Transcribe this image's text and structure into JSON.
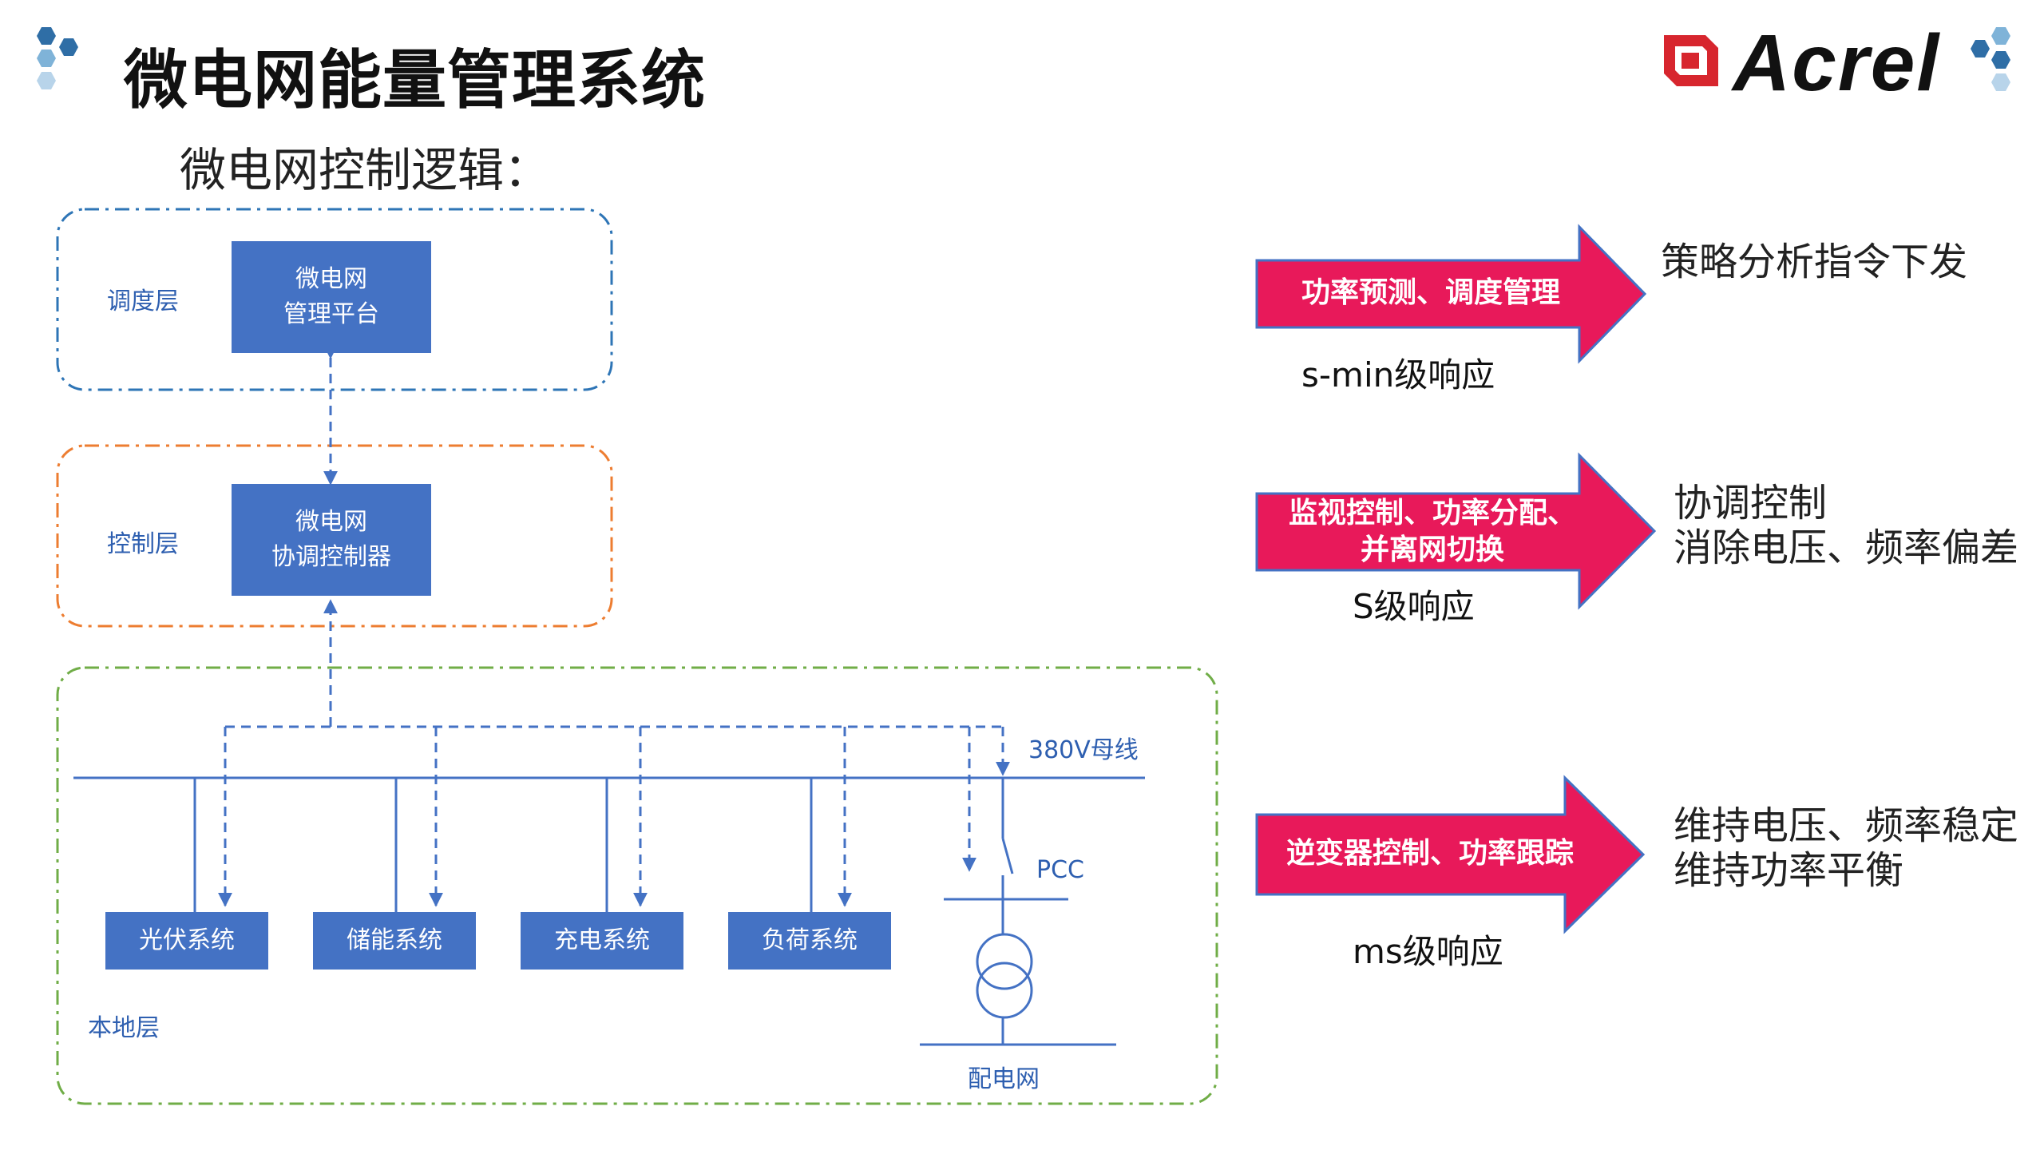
{
  "header": {
    "title": "微电网能量管理系统",
    "brand": "Acrel"
  },
  "subtitle": "微电网控制逻辑：",
  "layers": {
    "dispatch": {
      "label": "调度层",
      "node_lines": [
        "微电网",
        "管理平台"
      ]
    },
    "control": {
      "label": "控制层",
      "node_lines": [
        "微电网",
        "协调控制器"
      ]
    },
    "local": {
      "label": "本地层",
      "systems": [
        "光伏系统",
        "储能系统",
        "充电系统",
        "负荷系统"
      ],
      "bus_label": "380V母线",
      "pcc_label": "PCC",
      "grid_label": "配电网"
    }
  },
  "tiers": [
    {
      "arrow_lines": [
        "功率预测、调度管理"
      ],
      "response": "s-min级响应",
      "result_lines": [
        "策略分析指令下发"
      ]
    },
    {
      "arrow_lines": [
        "监视控制、功率分配、",
        "并离网切换"
      ],
      "response": "S级响应",
      "result_lines": [
        "协调控制",
        "消除电压、频率偏差"
      ]
    },
    {
      "arrow_lines": [
        "逆变器控制、功率跟踪"
      ],
      "response": "ms级响应",
      "result_lines": [
        "维持电压、频率稳定",
        "维持功率平衡"
      ]
    }
  ],
  "colors": {
    "node_blue": "#4472c4",
    "line_blue": "#4472c4",
    "dispatch_border": "#2e75b6",
    "control_border": "#ed7d31",
    "local_border": "#70ad47",
    "arrow_fill": "#e8195a",
    "brand_red": "#d7262e",
    "hex_blue": "#4a90c2"
  },
  "icons": [
    "hexagon-cluster-icon",
    "acrel-logo-icon"
  ]
}
